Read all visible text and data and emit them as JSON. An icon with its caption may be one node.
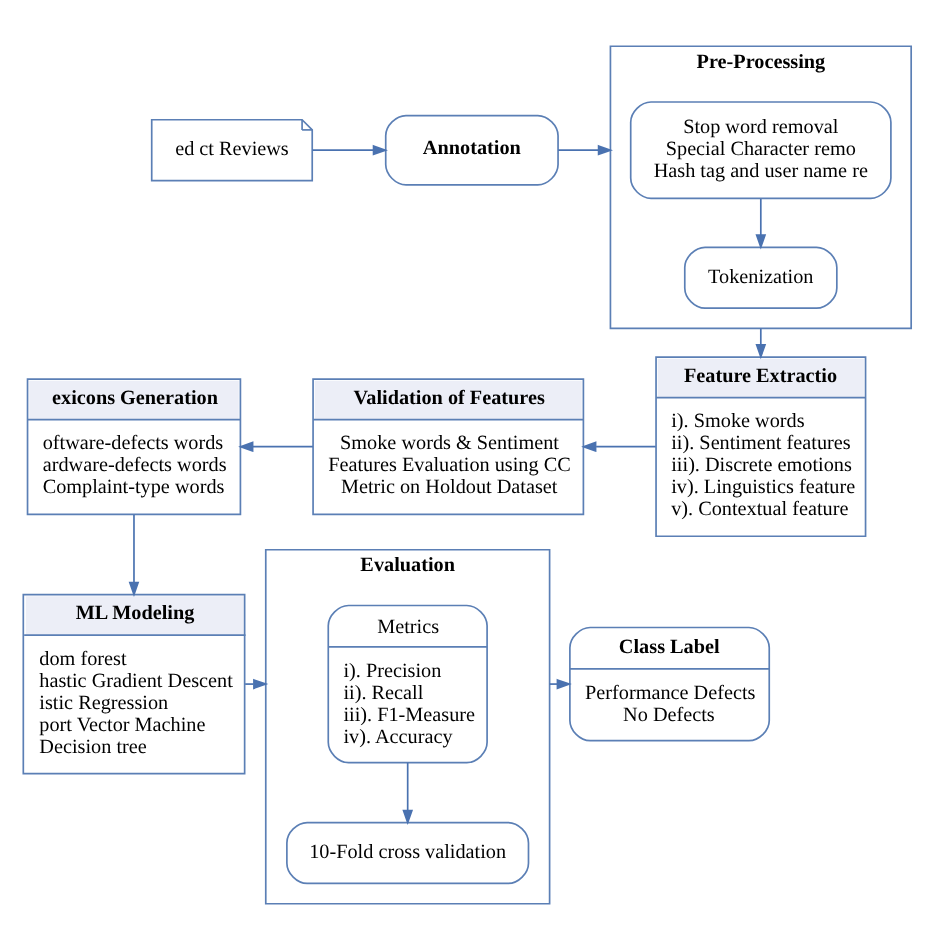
{
  "diagram": {
    "nodes": [
      {
        "text": [
          "ed ct Reviews"
        ]
      },
      {
        "text": [
          "Annotation"
        ]
      },
      {
        "text": [
          "Pre-Processing"
        ]
      },
      {
        "text": [
          "Stop word removal",
          "Special Character remo",
          "Hash tag and user name re"
        ],
        "in": 2
      },
      {
        "text": [
          "Tokenization"
        ],
        "in": 2
      },
      {
        "text": [
          "Feature Extractio",
          "i). Smoke words",
          "ii). Sentiment features",
          "iii). Discrete emotions",
          "iv). Linguistics feature",
          "v). Contextual feature"
        ]
      },
      {
        "text": [
          "Validation of Features",
          "Smoke words & Sentiment Features Evaluation using CC Metric on Holdout Dataset"
        ]
      },
      {
        "text": [
          "exicons Generation",
          "oftware-defects words",
          "ardware-defects words",
          "Complaint-type words"
        ]
      },
      {
        "text": [
          "ML Modeling",
          "dom forest",
          "hastic Gradient Descent",
          "istic Regression",
          "port Vector Machine",
          "Decision tree"
        ]
      },
      {
        "text": [
          "Evaluation"
        ]
      },
      {
        "text": [
          "Metrics",
          "i). Precision",
          "ii). Recall",
          "iii). F1-Measure",
          "iv). Accuracy"
        ],
        "in": 9
      },
      {
        "text": [
          "10-Fold cross validation"
        ],
        "in": 9
      },
      {
        "text": [
          "Class Label",
          "Performance Defects",
          "No Defects"
        ]
      }
    ],
    "edges": [
      {
        "from": 0,
        "to": 1,
        "arrow": "to"
      },
      {
        "from": 1,
        "to": 2,
        "arrow": "to"
      },
      {
        "from": 3,
        "to": 4,
        "arrow": "to"
      },
      {
        "from": 2,
        "to": 5,
        "arrow": "to"
      },
      {
        "from": 5,
        "to": 6,
        "arrow": "to"
      },
      {
        "from": 6,
        "to": 7,
        "arrow": "to"
      },
      {
        "from": 7,
        "to": 8,
        "arrow": "to"
      },
      {
        "from": 8,
        "to": 9,
        "arrow": "to"
      },
      {
        "from": 10,
        "to": 11,
        "arrow": "to"
      },
      {
        "from": 9,
        "to": 12,
        "arrow": "to"
      }
    ]
  }
}
